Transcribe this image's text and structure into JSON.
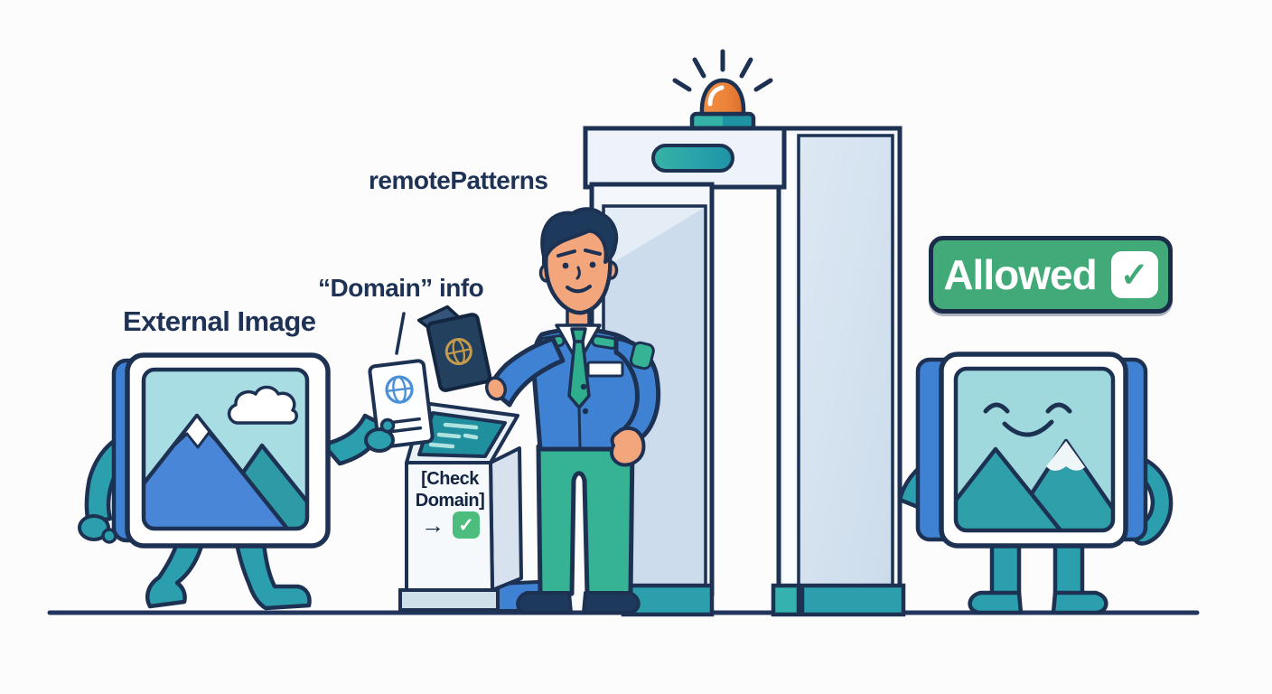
{
  "labels": {
    "external_image": "External Image",
    "domain_info": "“Domain” info",
    "remote_patterns": "remotePatterns",
    "kiosk_line1": "[Check",
    "kiosk_line2": "Domain]",
    "arrow": "→",
    "allowed": "Allowed"
  },
  "icons": {
    "kiosk_check": "✓",
    "allowed_check": "✓",
    "document_globe": "globe-icon",
    "passport_globe": "globe-icon",
    "beacon": "alarm-light-icon",
    "cloud": "cloud-icon"
  },
  "colors": {
    "outline_navy": "#1d3152",
    "text_navy": "#1e3255",
    "blue": "#3f82d4",
    "mountain_blue": "#4a86d8",
    "teal_limb": "#2b9fae",
    "screen_teal": "#20909f",
    "uniform_green": "#35b394",
    "tie_green": "#2fae8e",
    "allowed_green": "#41aa78",
    "check_green": "#4dbd7d",
    "sky_left": "#a7dde3",
    "sky_right": "#9fd9dd",
    "beacon_orange": "#ed8a3e",
    "gate_fill": "#eef3fa",
    "gate_panel": "#ccdcec",
    "skin": "#f3a67c",
    "hair_navy": "#1d3a5c",
    "passport_navy": "#24405f",
    "passport_gold": "#c79a4c",
    "background": "#fcfcfd"
  }
}
